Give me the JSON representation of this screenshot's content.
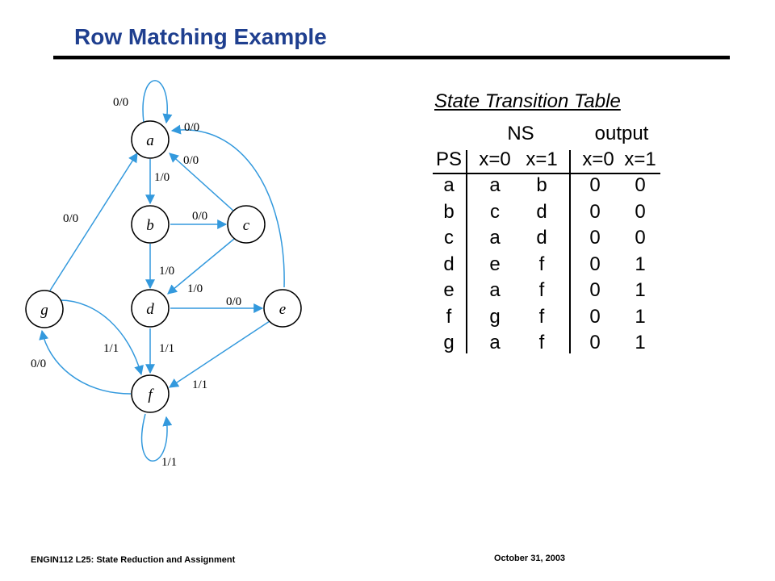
{
  "slide": {
    "title": "Row Matching Example",
    "footer_left": "ENGIN112  L25: State Reduction and Assignment",
    "footer_right": "October 31, 2003"
  },
  "diagram": {
    "nodes": [
      {
        "id": "a",
        "label": "a"
      },
      {
        "id": "b",
        "label": "b"
      },
      {
        "id": "c",
        "label": "c"
      },
      {
        "id": "d",
        "label": "d"
      },
      {
        "id": "e",
        "label": "e"
      },
      {
        "id": "f",
        "label": "f"
      },
      {
        "id": "g",
        "label": "g"
      }
    ],
    "edge_labels": {
      "a_self": "0/0",
      "a_b": "1/0",
      "c_a": "0/0",
      "e_a": "0/0",
      "b_c": "0/0",
      "b_d": "1/0",
      "c_d": "1/0",
      "g_a": "0/0",
      "d_e": "0/0",
      "d_f": "1/1",
      "g_f": "1/1",
      "f_g": "0/0",
      "e_f": "1/1",
      "f_self": "1/1"
    },
    "colors": {
      "arrow": "#3399dd",
      "node_stroke": "#000000"
    }
  },
  "table": {
    "title": "State Transition Table",
    "group_headers": {
      "ns": "NS",
      "output": "output"
    },
    "columns": [
      "PS",
      "x=0",
      "x=1",
      "x=0",
      "x=1"
    ],
    "rows": [
      [
        "a",
        "a",
        "b",
        "0",
        "0"
      ],
      [
        "b",
        "c",
        "d",
        "0",
        "0"
      ],
      [
        "c",
        "a",
        "d",
        "0",
        "0"
      ],
      [
        "d",
        "e",
        "f",
        "0",
        "1"
      ],
      [
        "e",
        "a",
        "f",
        "0",
        "1"
      ],
      [
        "f",
        "g",
        "f",
        "0",
        "1"
      ],
      [
        "g",
        "a",
        "f",
        "0",
        "1"
      ]
    ]
  }
}
